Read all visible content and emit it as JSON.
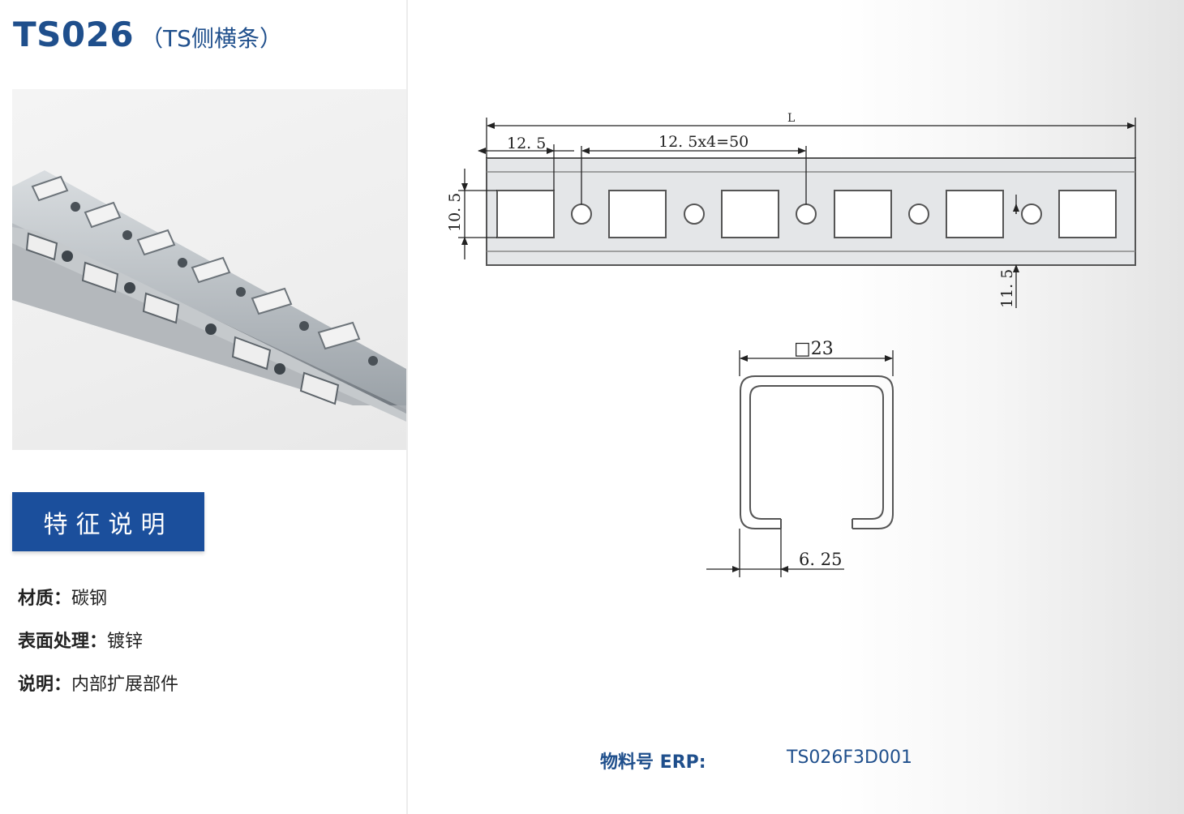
{
  "header": {
    "code": "TS026",
    "subtitle": "（TS侧横条）"
  },
  "feature_button": "特征说明",
  "specs": [
    {
      "key": "材质：",
      "value": "碳钢"
    },
    {
      "key": "表面处理：",
      "value": "镀锌"
    },
    {
      "key": "说明：",
      "value": "内部扩展部件"
    }
  ],
  "drawing": {
    "length_label": "L",
    "dim_first_pitch": "12. 5",
    "dim_pitch_total": "12. 5x4=50",
    "dim_height": "10. 5",
    "dim_hole_offset": "11. 5",
    "section_size": "□23",
    "section_gap": "6. 25"
  },
  "erp": {
    "label": "物料号 ERP:",
    "value": "TS026F3D001"
  },
  "colors": {
    "brand_blue": "#1b4f9c",
    "title_blue": "#1f4f8c"
  }
}
